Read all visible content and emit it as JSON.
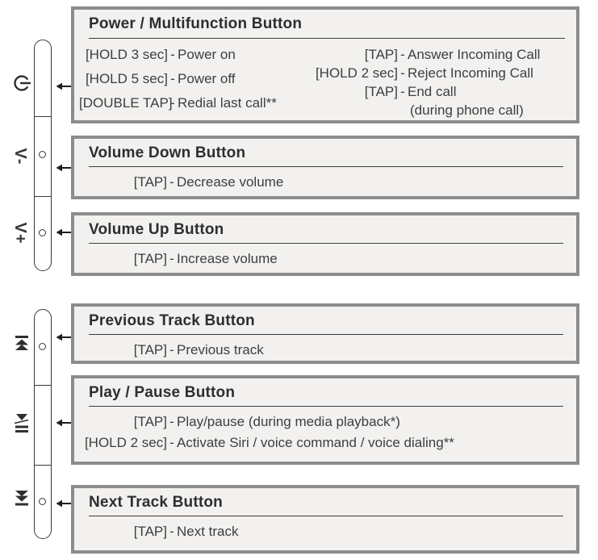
{
  "separator": "-",
  "colors": {
    "box_border": "#8c8c8c",
    "box_background": "#f2f1ef",
    "ink": "#3a3a3a",
    "text": "#3e3e3e"
  },
  "controls": {
    "volume_down_label": "V-",
    "volume_up_label": "V+",
    "icons": [
      "power-icon",
      "volume-down-icon",
      "volume-up-icon",
      "previous-track-icon",
      "play-pause-icon",
      "next-track-icon"
    ]
  },
  "boxes": [
    {
      "title": "Power / Multifunction Button",
      "left_entries": [
        {
          "key": "[HOLD 3 sec]",
          "desc": "Power on"
        },
        {
          "key": "[HOLD 5 sec]",
          "desc": "Power off"
        },
        {
          "key": "[DOUBLE TAP]",
          "desc": "Redial last call**"
        }
      ],
      "right_entries": [
        {
          "key": "[TAP]",
          "desc": "Answer Incoming Call"
        },
        {
          "key": "[HOLD 2 sec]",
          "desc": "Reject Incoming Call"
        },
        {
          "key": "[TAP]",
          "desc": "End call",
          "desc2": "(during phone call)"
        }
      ]
    },
    {
      "title": "Volume Down Button",
      "entries": [
        {
          "key": "[TAP]",
          "desc": "Decrease volume"
        }
      ]
    },
    {
      "title": "Volume Up Button",
      "entries": [
        {
          "key": "[TAP]",
          "desc": "Increase volume"
        }
      ]
    },
    {
      "title": "Previous Track Button",
      "entries": [
        {
          "key": "[TAP]",
          "desc": "Previous track"
        }
      ]
    },
    {
      "title": "Play / Pause Button",
      "entries": [
        {
          "key": "[TAP]",
          "desc": "Play/pause (during media playback*)"
        },
        {
          "key": "[HOLD 2 sec]",
          "desc": "Activate Siri / voice command / voice dialing**"
        }
      ]
    },
    {
      "title": "Next Track Button",
      "entries": [
        {
          "key": "[TAP]",
          "desc": "Next track"
        }
      ]
    }
  ]
}
